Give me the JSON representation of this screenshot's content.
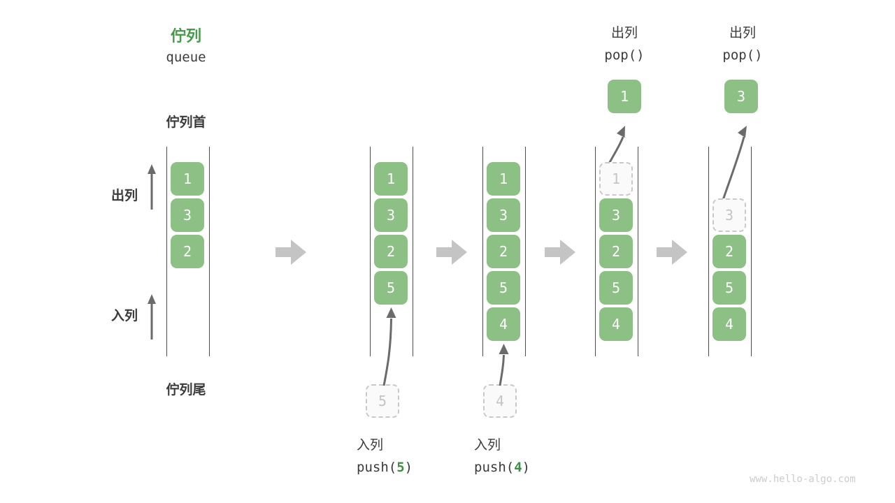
{
  "title": {
    "cn": "佇列",
    "en": "queue",
    "color": "#459a4b"
  },
  "labels": {
    "head": "佇列首",
    "tail": "佇列尾",
    "dequeue": "出列",
    "enqueue": "入列"
  },
  "colors": {
    "cell_fill": "#8cc084",
    "cell_text": "#ffffff",
    "ghost_fill": "#fafafa",
    "ghost_border": "#c9c9c9",
    "ghost_text": "#c4c4c4",
    "rail": "#4d4d4d",
    "arrow_gray": "#6b6b6b",
    "transition_arrow": "#c4c4c4",
    "title_green": "#459a4b",
    "code_green": "#3c8f43",
    "text": "#3b3b3b",
    "watermark": "#cccccc"
  },
  "columns": [
    {
      "id": "initial",
      "cells": [
        {
          "value": "1",
          "ghost": false
        },
        {
          "value": "3",
          "ghost": false
        },
        {
          "value": "2",
          "ghost": false
        }
      ],
      "op_cn": "",
      "op_code": "",
      "op_num": "",
      "incoming": null,
      "popped": null,
      "pop_cn": "",
      "pop_code": ""
    },
    {
      "id": "push5",
      "cells": [
        {
          "value": "1",
          "ghost": false
        },
        {
          "value": "3",
          "ghost": false
        },
        {
          "value": "2",
          "ghost": false
        },
        {
          "value": "5",
          "ghost": false
        }
      ],
      "op_cn": "入列",
      "op_code_prefix": "push(",
      "op_num": "5",
      "op_code_suffix": ")",
      "incoming": {
        "value": "5"
      },
      "popped": null,
      "pop_cn": "",
      "pop_code": ""
    },
    {
      "id": "push4",
      "cells": [
        {
          "value": "1",
          "ghost": false
        },
        {
          "value": "3",
          "ghost": false
        },
        {
          "value": "2",
          "ghost": false
        },
        {
          "value": "5",
          "ghost": false
        },
        {
          "value": "4",
          "ghost": false
        }
      ],
      "op_cn": "入列",
      "op_code_prefix": "push(",
      "op_num": "4",
      "op_code_suffix": ")",
      "incoming": {
        "value": "4"
      },
      "popped": null,
      "pop_cn": "",
      "pop_code": ""
    },
    {
      "id": "pop1",
      "cells": [
        {
          "value": "1",
          "ghost": true
        },
        {
          "value": "3",
          "ghost": false
        },
        {
          "value": "2",
          "ghost": false
        },
        {
          "value": "5",
          "ghost": false
        },
        {
          "value": "4",
          "ghost": false
        }
      ],
      "op_cn": "",
      "op_code": "",
      "incoming": null,
      "popped": {
        "value": "1"
      },
      "pop_cn": "出列",
      "pop_code": "pop()"
    },
    {
      "id": "pop3",
      "cells": [
        {
          "value": "",
          "ghost": null
        },
        {
          "value": "3",
          "ghost": true
        },
        {
          "value": "2",
          "ghost": false
        },
        {
          "value": "5",
          "ghost": false
        },
        {
          "value": "4",
          "ghost": false
        }
      ],
      "op_cn": "",
      "op_code": "",
      "incoming": null,
      "popped": {
        "value": "3"
      },
      "pop_cn": "出列",
      "pop_code": "pop()"
    }
  ],
  "transition_arrows": 4,
  "watermark": "www.hello-algo.com"
}
